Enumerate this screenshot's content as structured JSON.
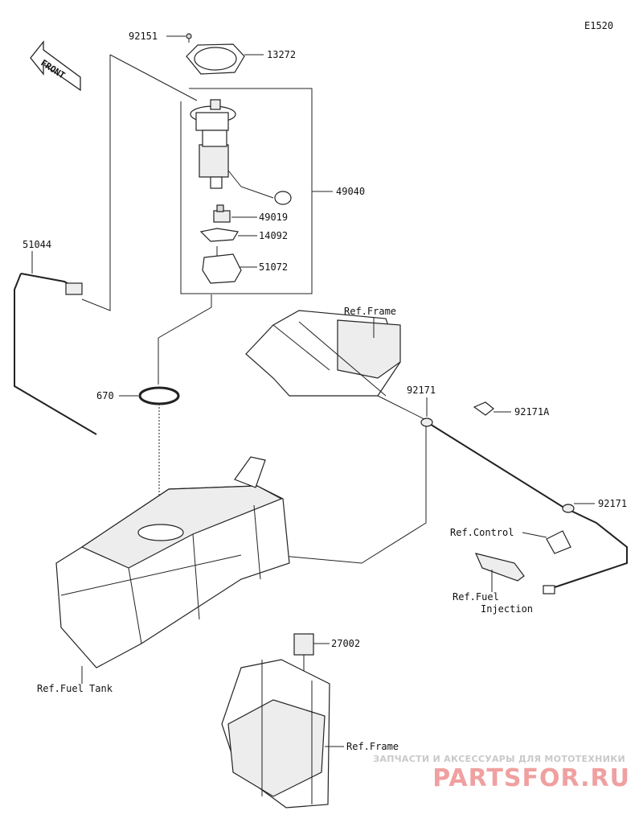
{
  "diagram_code": "E1520",
  "direction_arrow": "FRONT",
  "parts": {
    "p92151": "92151",
    "p13272": "13272",
    "p49040": "49040",
    "p49019": "49019",
    "p14092": "14092",
    "p51072": "51072",
    "p51044": "51044",
    "p670": "670",
    "p92171_top": "92171",
    "p92171A": "92171A",
    "p92171_right": "92171",
    "p27002": "27002"
  },
  "references": {
    "frame_top": "Ref.Frame",
    "control": "Ref.Control",
    "fuel_injection_1": "Ref.Fuel",
    "fuel_injection_2": "Injection",
    "fuel_tank": "Ref.Fuel Tank",
    "frame_bottom": "Ref.Frame"
  },
  "watermark": {
    "subtitle": "ЗАПЧАСТИ И АКСЕССУАРЫ ДЛЯ МОТОТЕХНИКИ",
    "logo": "PARTSFOR.RU"
  },
  "colors": {
    "line": "#222222",
    "watermark_logo": "#f0a0a0",
    "watermark_text": "#c9c9c9"
  }
}
